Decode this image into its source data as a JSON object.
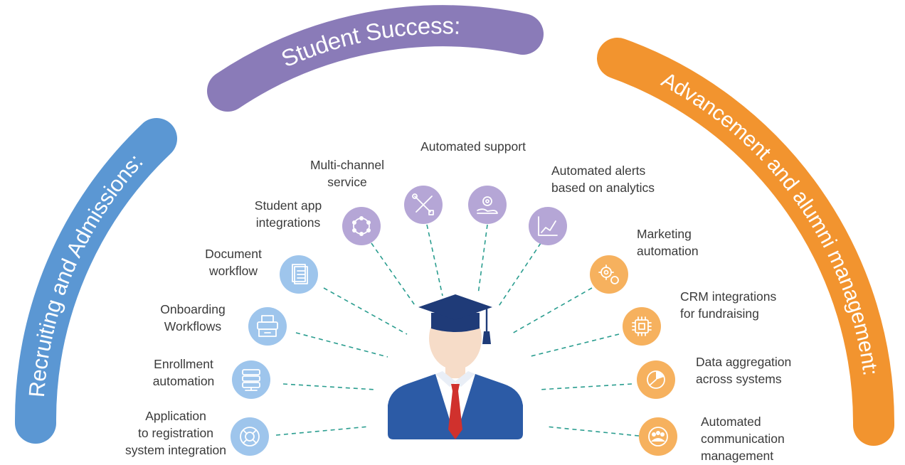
{
  "colors": {
    "recruiting": "#5b97d3",
    "success": "#8a7bb8",
    "advancement": "#f2942f",
    "icon_blue": "#9ec5ec",
    "icon_purple": "#b5a6d6",
    "icon_orange": "#f6b15e",
    "connector": "#2a9d8f",
    "suit": "#2c5ba6",
    "tie": "#d0312d",
    "skin": "#f6dcc8",
    "cap": "#1f3b78"
  },
  "arcs": {
    "recruiting": "Recruiting and Admissions:",
    "success": "Student Success:",
    "advancement": "Advancement and alumni management:"
  },
  "items": {
    "recruiting": [
      {
        "lines": [
          "Application",
          "to registration",
          "system integration"
        ],
        "icon": "lifebuoy-icon"
      },
      {
        "lines": [
          "Enrollment",
          "automation"
        ],
        "icon": "server-icon"
      },
      {
        "lines": [
          "Onboarding",
          "Workflows"
        ],
        "icon": "printer-icon"
      },
      {
        "lines": [
          "Document",
          "workflow"
        ],
        "icon": "document-icon"
      }
    ],
    "success": [
      {
        "lines": [
          "Student app",
          "integrations"
        ],
        "icon": "network-icon"
      },
      {
        "lines": [
          "Multi-channel",
          "service"
        ],
        "icon": "tools-icon"
      },
      {
        "lines": [
          "Automated support"
        ],
        "icon": "gear-hand-icon"
      },
      {
        "lines": [
          "Automated alerts",
          "based on analytics"
        ],
        "icon": "line-chart-icon"
      }
    ],
    "advancement": [
      {
        "lines": [
          "Marketing",
          "automation"
        ],
        "icon": "gears-icon"
      },
      {
        "lines": [
          "CRM integrations",
          "for fundraising"
        ],
        "icon": "chip-icon"
      },
      {
        "lines": [
          "Data aggregation",
          "across systems"
        ],
        "icon": "pie-chart-icon"
      },
      {
        "lines": [
          "Automated",
          "communication",
          "management"
        ],
        "icon": "team-gear-icon"
      }
    ]
  }
}
